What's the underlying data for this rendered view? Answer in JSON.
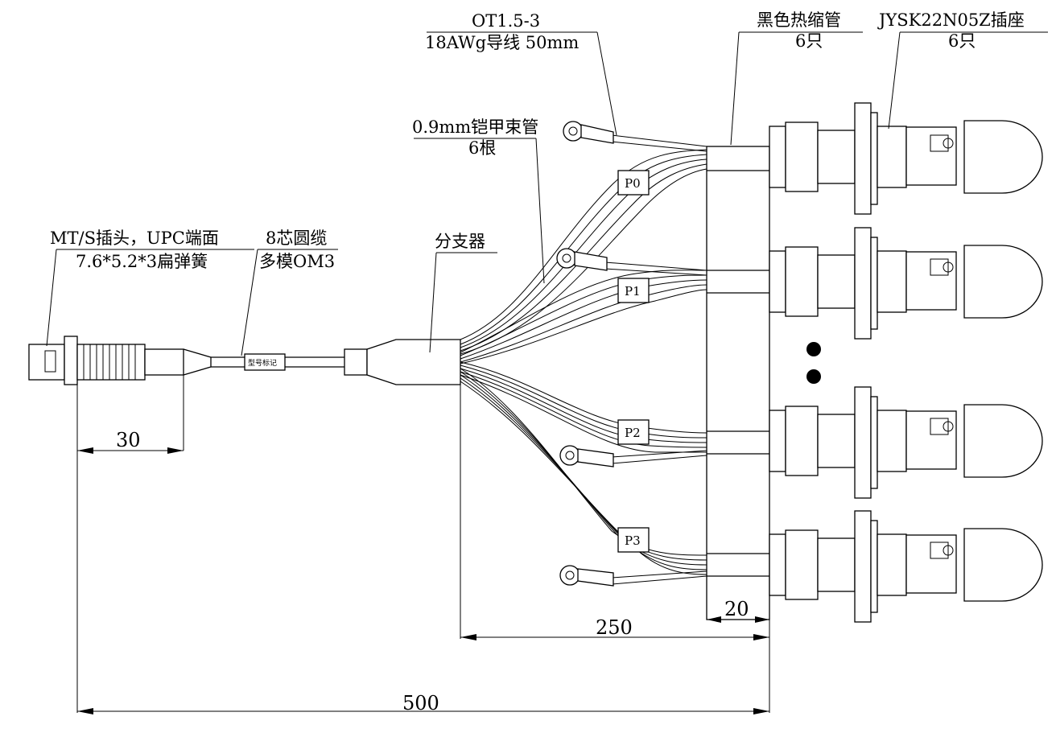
{
  "labels": {
    "wire_l1": "OT1.5-3",
    "wire_l2": "18AWg导线 50mm",
    "shrink_l1": "黑色热缩管",
    "shrink_l2": "6只",
    "socket_l1": "JYSK22N05Z插座",
    "socket_l2": "6只",
    "tube_l1": "0.9mm铠甲束管",
    "tube_l2": "6根",
    "plug_l1": "MT/S插头，UPC端面",
    "plug_l2": "7.6*5.2*3扁弹簧",
    "cable_l1": "8芯圆缆",
    "cable_l2": "多模OM3",
    "splitter": "分支器",
    "tag": "型号标记"
  },
  "branches": [
    "P0",
    "P1",
    "P2",
    "P3"
  ],
  "dims": {
    "d30": "30",
    "d20": "20",
    "d250": "250",
    "d500": "500"
  }
}
